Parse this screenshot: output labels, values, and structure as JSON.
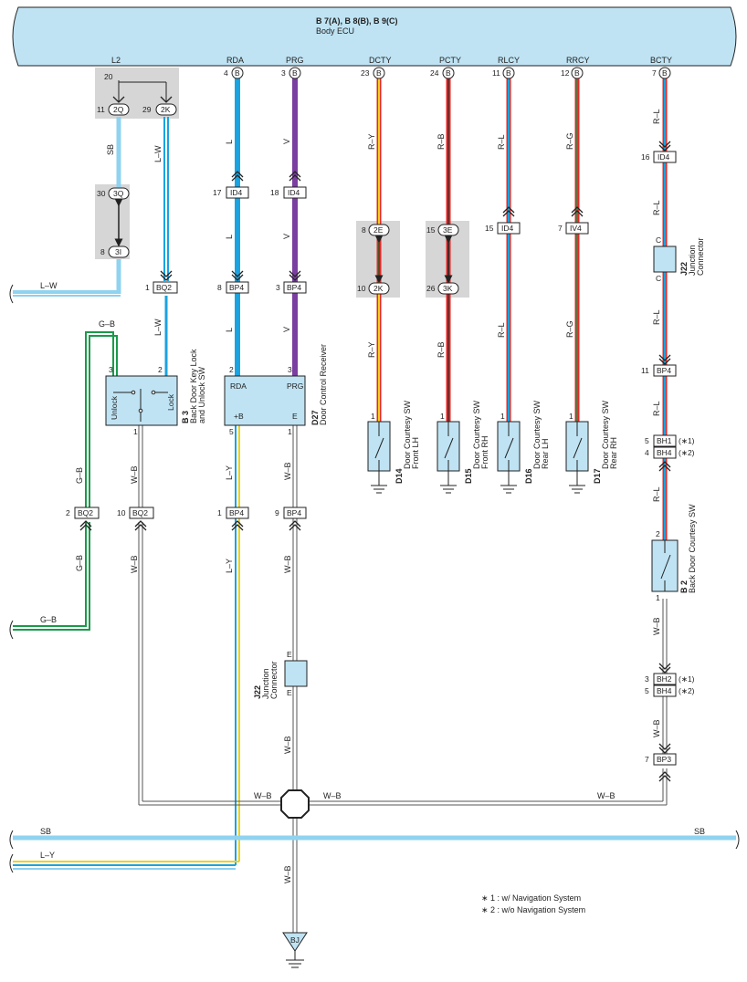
{
  "ecu": {
    "title": "B 7(A), B 8(B), B 9(C)",
    "subtitle": "Body ECU"
  },
  "ecu_terminals": {
    "l2": "L2",
    "rda": "RDA",
    "prg": "PRG",
    "dcty": "DCTY",
    "pcty": "PCTY",
    "rlcy": "RLCY",
    "rrcy": "RRCY",
    "bcty": "BCTY"
  },
  "ecu_pins": {
    "l2": "20",
    "rda": "4",
    "prg": "3",
    "dcty": "23",
    "pcty": "24",
    "rlcy": "11",
    "rrcy": "12",
    "bcty": "7",
    "conn": "B"
  },
  "connectors": {
    "c2q": "2Q",
    "c2k": "2K",
    "c3q": "3Q",
    "c3i": "3I",
    "id4": "ID4",
    "bq2": "BQ2",
    "bp4": "BP4",
    "c2e": "2E",
    "c3e": "3E",
    "iv4": "IV4",
    "c3k": "3K",
    "bh1": "BH1",
    "bh4": "BH4",
    "bh2": "BH2",
    "bp3": "BP3",
    "bj": "BJ",
    "c": "C",
    "e": "E"
  },
  "pins": {
    "p11": "11",
    "p29": "29",
    "p30": "30",
    "p8": "8",
    "p1": "1",
    "p17": "17",
    "p18": "18",
    "p3": "3",
    "p2": "2",
    "p5": "5",
    "p10": "10",
    "p9": "9",
    "p15": "15",
    "p26": "26",
    "p7": "7",
    "p16": "16",
    "p4": "4"
  },
  "wires": {
    "sb": "SB",
    "lw": "L–W",
    "gb": "G–B",
    "wb": "W–B",
    "l": "L",
    "v": "V",
    "ly": "L–Y",
    "ry": "R–Y",
    "rb": "R–B",
    "rl": "R–L",
    "rg": "R–G"
  },
  "switch_b3": {
    "code": "B 3",
    "name1": "Back Door Key Lock",
    "name2": "and Unlock SW",
    "unlock": "Unlock",
    "lock": "Lock"
  },
  "receiver_d27": {
    "code": "D27",
    "name": "Door Control Receiver",
    "rda": "RDA",
    "prg": "PRG",
    "plusb": "+B",
    "e": "E"
  },
  "courtesy": [
    {
      "code": "D14",
      "name1": "Door Courtesy SW",
      "name2": "Front LH"
    },
    {
      "code": "D15",
      "name1": "Door Courtesy SW",
      "name2": "Front RH"
    },
    {
      "code": "D16",
      "name1": "Door Courtesy SW",
      "name2": "Rear LH"
    },
    {
      "code": "D17",
      "name1": "Door Courtesy SW",
      "name2": "Rear RH"
    }
  ],
  "back_door_sw": {
    "code": "B 2",
    "name": "Back Door Courtesy SW"
  },
  "junction": {
    "code": "J22",
    "name1": "Junction",
    "name2": "Connector"
  },
  "marks": {
    "m1": "(∗1)",
    "m2": "(∗2)"
  },
  "notes": {
    "n1": "∗ 1 : w/ Navigation System",
    "n2": "∗ 2 : w/o Navigation System"
  },
  "colors": {
    "ecu_fill": "#bfe3f3",
    "sky": "#8fd3f0",
    "blue": "#1aa3e0",
    "violet": "#7a3fa0",
    "green": "#1a9a4a",
    "red": "#e22a2a",
    "yellow": "#f0d21a",
    "gray_box": "#d6d6d6",
    "comp_fill": "#bfe3f3"
  }
}
